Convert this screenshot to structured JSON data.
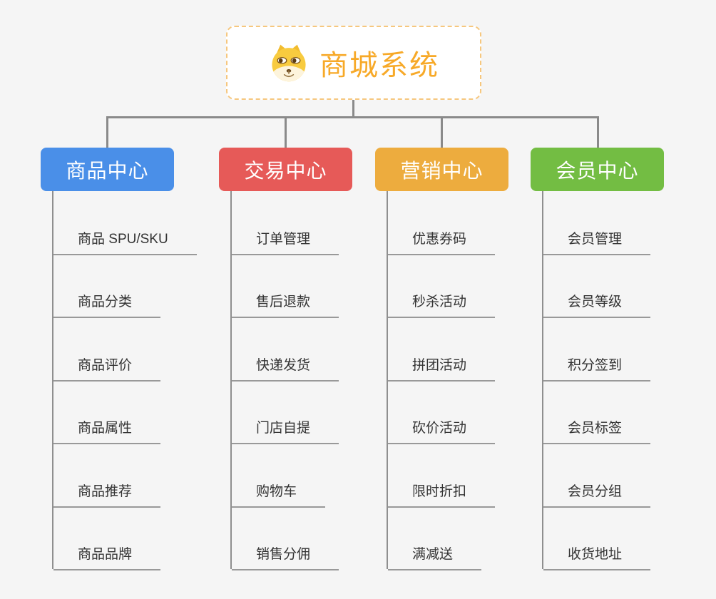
{
  "canvas": {
    "background": "#F5F5F5",
    "connector_color": "#8A8A8A"
  },
  "root": {
    "title": "商城系统",
    "icon": "shiba-dog-icon",
    "accent_color": "#F7A928",
    "border_color": "#F6C77E"
  },
  "branches": [
    {
      "label": "商品中心",
      "color": "#4A8FE8",
      "children": [
        "商品 SPU/SKU",
        "商品分类",
        "商品评价",
        "商品属性",
        "商品推荐",
        "商品品牌"
      ]
    },
    {
      "label": "交易中心",
      "color": "#E65A58",
      "children": [
        "订单管理",
        "售后退款",
        "快递发货",
        "门店自提",
        "购物车",
        "销售分佣"
      ]
    },
    {
      "label": "营销中心",
      "color": "#EDAC3E",
      "children": [
        "优惠券码",
        "秒杀活动",
        "拼团活动",
        "砍价活动",
        "限时折扣",
        "满减送"
      ]
    },
    {
      "label": "会员中心",
      "color": "#73BD43",
      "children": [
        "会员管理",
        "会员等级",
        "积分签到",
        "会员标签",
        "会员分组",
        "收货地址"
      ]
    }
  ]
}
